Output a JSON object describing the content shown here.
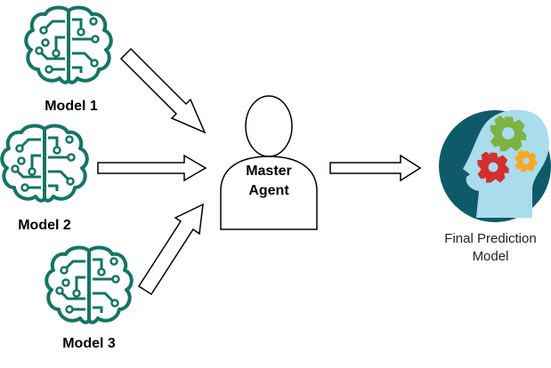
{
  "models": [
    {
      "label": "Model 1",
      "icon": "brain-circuit-icon"
    },
    {
      "label": "Model 2",
      "icon": "brain-circuit-icon"
    },
    {
      "label": "Model 3",
      "icon": "brain-circuit-icon"
    }
  ],
  "master": {
    "line1": "Master",
    "line2": "Agent",
    "icon": "person-icon"
  },
  "final": {
    "line1": "Final Prediction",
    "line2": "Model",
    "icon": "head-gears-icon"
  },
  "colors": {
    "brain": "#137566",
    "head_dark": "#0f5a6a",
    "head_light": "#a9dcec",
    "gear_green": "#7cb342",
    "gear_red": "#d32f2f",
    "gear_orange": "#f9a825"
  }
}
